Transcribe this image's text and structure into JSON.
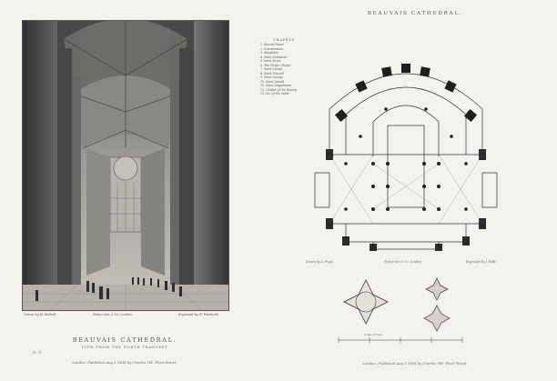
{
  "left_plate": {
    "credits": {
      "drawn_by": "Drawn by H. Bullard",
      "publisher": "Fisher Son & Co. London",
      "engraved_by": "Engraved by W. Woolnoth"
    },
    "title": "BEAUVAIS CATHEDRAL.",
    "subtitle": "VIEW FROM THE NORTH TRANSEPT",
    "plate_number": "Pl. 31",
    "published": "London, Published Aug.1 1836 by Charles Tilt, Fleet Street."
  },
  "right_plate": {
    "title": "BEAUVAIS CATHEDRAL.",
    "legend": {
      "heading": "CHAPELS",
      "items": [
        "1. Sacred Heart",
        "2. Conversation",
        "3. Magdalen",
        "4. Saint Sebastian",
        "5. Saint Denis",
        "6. The Virgin Chapel",
        "7. Saint Lucien",
        "8. Saint Vincent",
        "9. Saint George",
        "10. Saint Joseph",
        "11. Saint Angadrema",
        "12. Chapel of the Rosary",
        "13. Do. of the Saint"
      ]
    },
    "credits": {
      "drawn_by": "Drawn by A. Pugin",
      "publisher": "Fisher Son & Co. London",
      "engraved_by": "Engraved by J. Roffe"
    },
    "scale_label": "Scale of Feet",
    "published": "London, Published Aug.1 1836 by Charles Tilt, Fleet Street."
  }
}
